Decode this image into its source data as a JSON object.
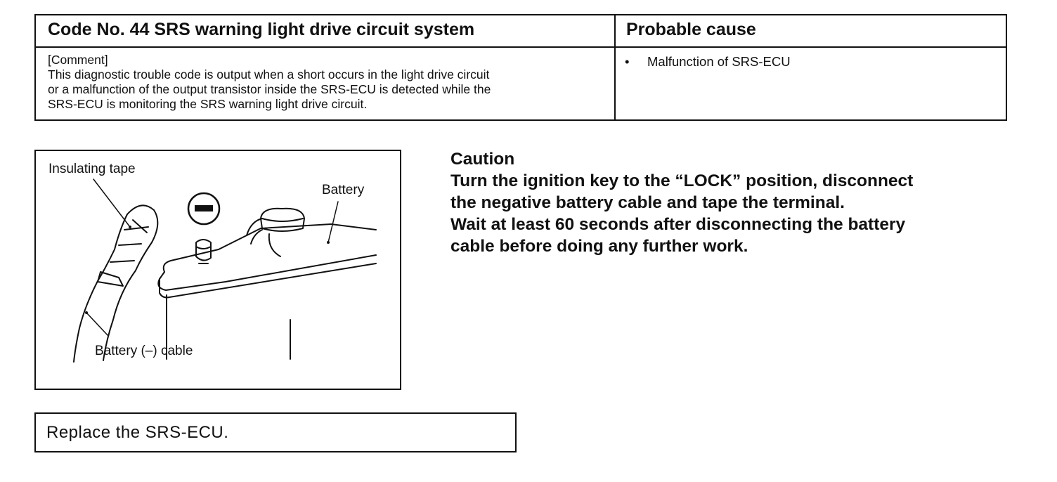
{
  "table": {
    "header_left": "Code No. 44 SRS warning light drive circuit system",
    "header_right": "Probable cause",
    "comment_lines": [
      "[Comment]",
      "This diagnostic trouble code is output when a short occurs in the light drive circuit",
      "or a malfunction of the output transistor inside the SRS-ECU is detected while the",
      "SRS-ECU is monitoring the SRS warning light drive circuit."
    ],
    "probable_cause": {
      "bullet": "•",
      "text": "Malfunction of SRS-ECU"
    }
  },
  "figure": {
    "label_insulating_tape": "Insulating tape",
    "label_battery": "Battery",
    "label_cable": "Battery (–) cable"
  },
  "caution": {
    "title": "Caution",
    "lines": [
      "Turn the ignition key to the “LOCK” position, disconnect",
      "the negative battery cable and tape the terminal.",
      "Wait at least 60 seconds after disconnecting the battery",
      "cable before doing any further work."
    ]
  },
  "action": {
    "text": "Replace the SRS-ECU."
  }
}
